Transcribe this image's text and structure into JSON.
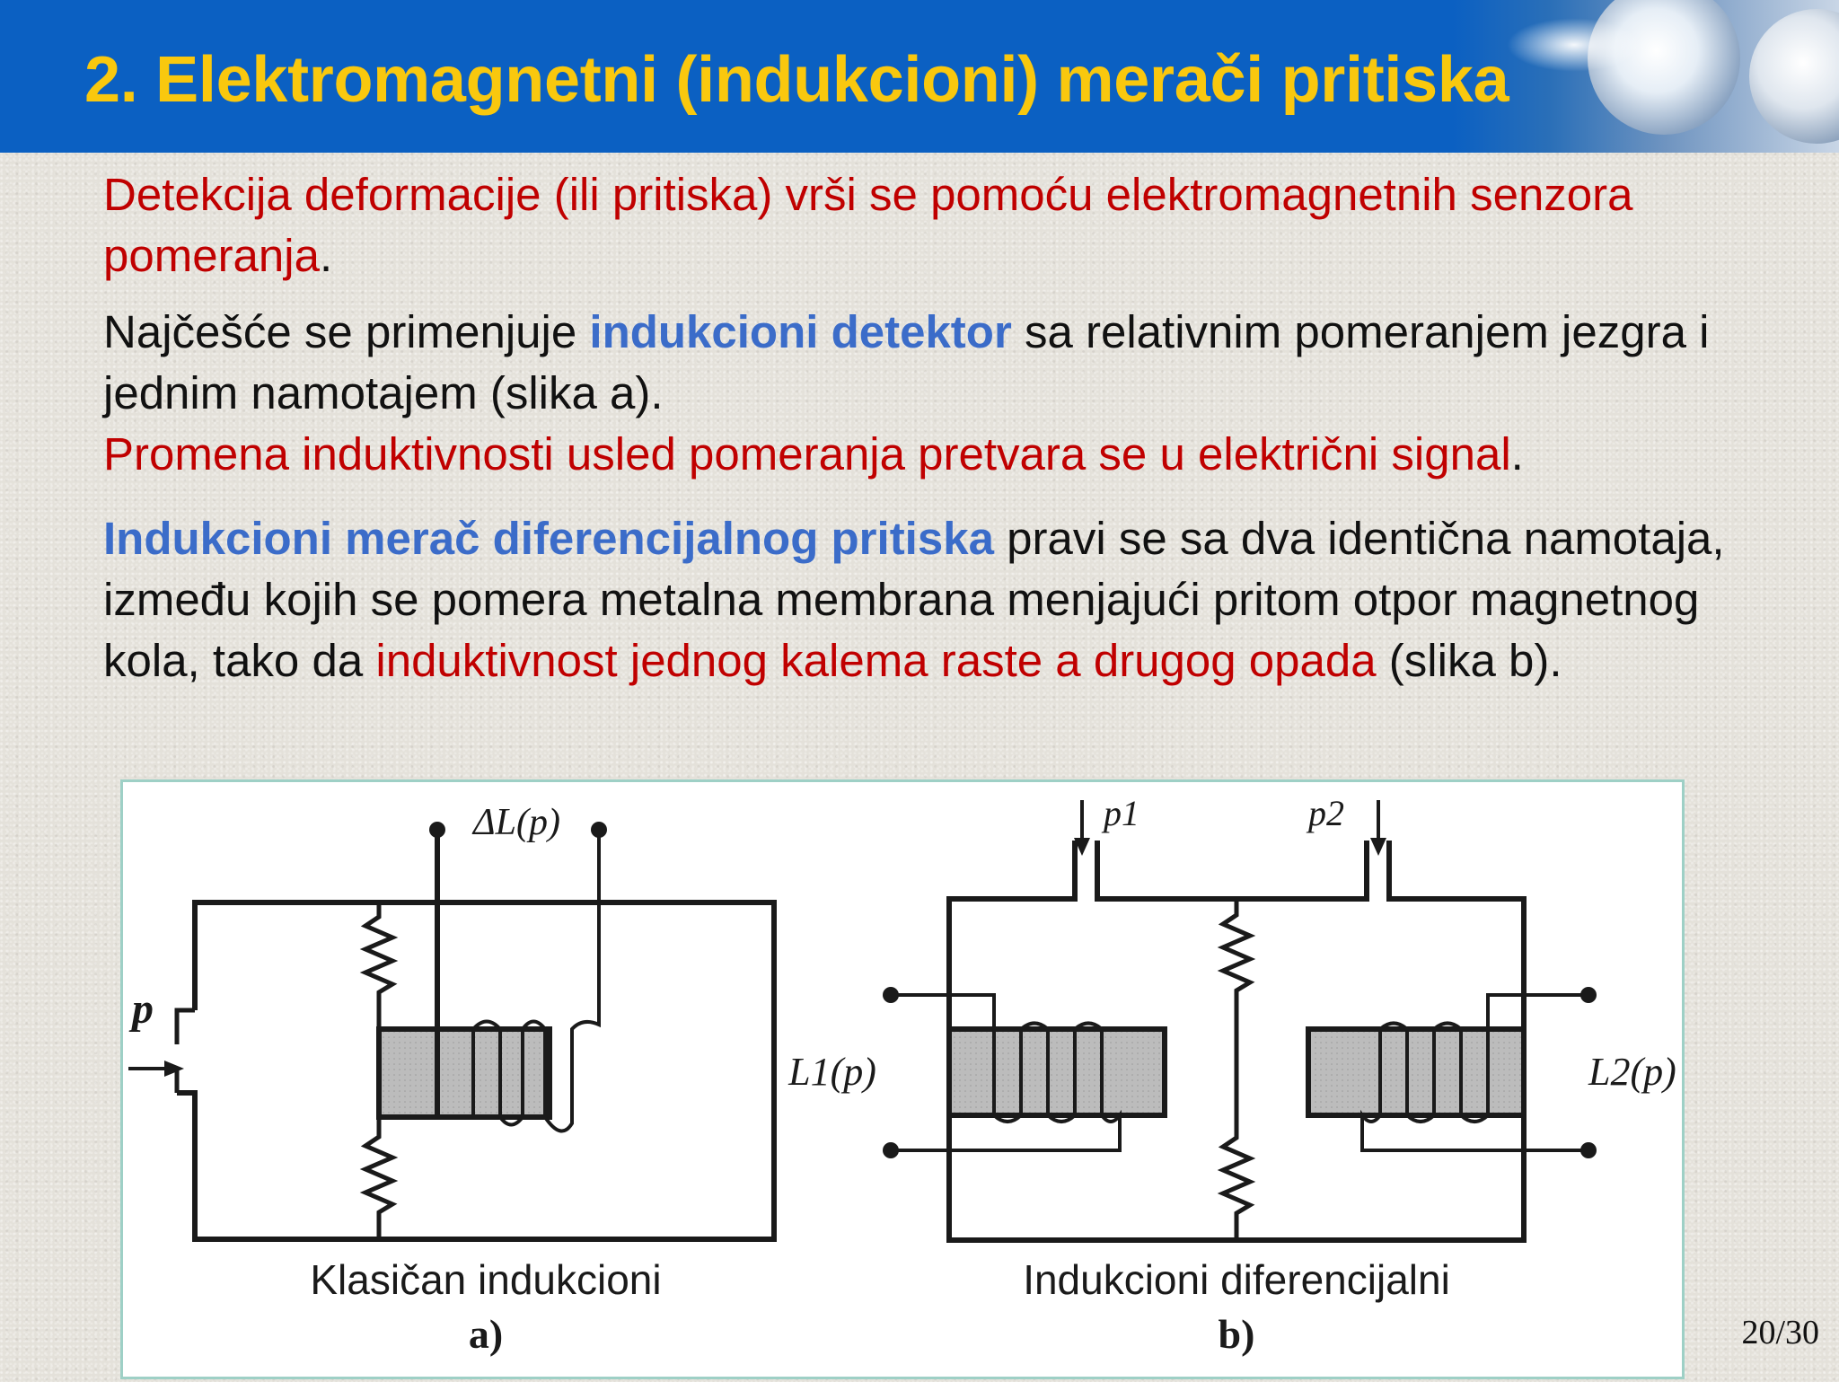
{
  "slide": {
    "title": "2. Elektromagnetni (indukcioni) merači pritiska",
    "page_number": "20/30"
  },
  "paragraphs": {
    "p1": {
      "red_text": "Detekcija deformacije (ili pritiska) vrši se pomoću elektromagnetnih senzora pomeranja",
      "tail": "."
    },
    "p2": {
      "lead": "Najčešće se primenjuje ",
      "blue_text": "indukcioni detektor",
      "tail": " sa relativnim pomeranjem jezgra i jednim namotajem (slika a).",
      "red_line": "Promena induktivnosti usled pomeranja pretvara se u električni signal",
      "red_line_tail": "."
    },
    "p3": {
      "blue_text": "Indukcioni merač diferencijalnog pritiska",
      "text1": " pravi se sa dva identična namotaja, između kojih se pomera metalna membrana menjajući pritom otpor magnetnog kola, tako da ",
      "red_text": "induktivnost jednog kalema raste a drugog opada",
      "text2": " (slika b)."
    }
  },
  "figure": {
    "a": {
      "output_label": "ΔL(p)",
      "input_label": "p",
      "caption": "Klasičan indukcioni",
      "letter": "a)"
    },
    "b": {
      "p1_label": "p1",
      "p2_label": "p2",
      "l1_label": "L1(p)",
      "l2_label": "L2(p)",
      "caption": "Indukcioni diferencijalni",
      "letter": "b)"
    }
  }
}
